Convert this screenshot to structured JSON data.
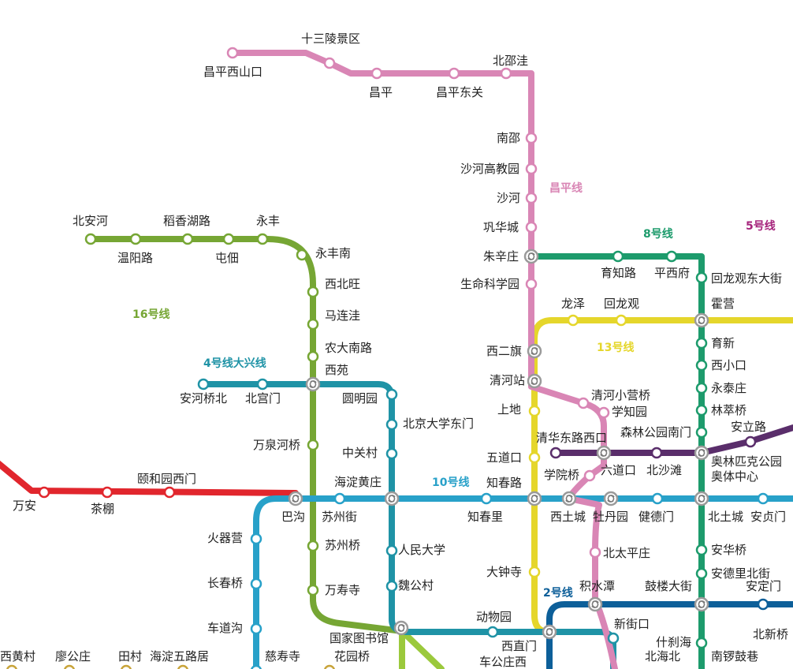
{
  "lines": {
    "changping": {
      "name": "昌平线",
      "color": "#d986b5"
    },
    "line16": {
      "name": "16号线",
      "color": "#76a634"
    },
    "line4": {
      "name": "4号线大兴线",
      "color": "#1f93a6"
    },
    "line10": {
      "name": "10号线",
      "color": "#28a1c9"
    },
    "line13": {
      "name": "13号线",
      "color": "#e5d62b"
    },
    "line8": {
      "name": "8号线",
      "color": "#1d9b6c"
    },
    "line5": {
      "name": "5号线",
      "color": "#a6247c"
    },
    "line2": {
      "name": "2号线",
      "color": "#0d5f99"
    },
    "line15": {
      "name": "",
      "color": "#5a2e6b"
    },
    "line1": {
      "name": "",
      "color": "#e1262d"
    },
    "line9": {
      "name": "",
      "color": "#9bc93c"
    },
    "line6": {
      "name": "",
      "color": "#c8a43a"
    }
  },
  "stations": {
    "changpingxishankou": "昌平西山口",
    "shisanlingjingqu": "十三陵景区",
    "changping": "昌平",
    "changpingdongguan": "昌平东关",
    "beishaowa": "北邵洼",
    "nanshao": "南邵",
    "shahegaojiaoyuan": "沙河高教园",
    "shahe": "沙河",
    "gonghuacheng": "巩华城",
    "zhuxinzhuang": "朱辛庄",
    "shengmingkexueyuan": "生命科学园",
    "xierqi": "西二旗",
    "qinghezhan": "清河站",
    "qinghexiaoyingqiao": "清河小营桥",
    "xuezhiyuan": "学知园",
    "liudaokou": "六道口",
    "xueyuanqiao": "学院桥",
    "mudanyuan": "牡丹园",
    "beitaipingzhuang": "北太平庄",
    "jishuitan": "积水潭",
    "beianhe": "北安河",
    "wenyanglu": "温阳路",
    "daoxianghulu": "稻香湖路",
    "tunjia": "屯佃",
    "yongfeng": "永丰",
    "yongfengnan": "永丰南",
    "xibeiwang": "西北旺",
    "malianwa": "马连洼",
    "nongdananlu": "农大南路",
    "xiyuan": "西苑",
    "wanquanhe": "万泉河桥",
    "suzhoujie": "苏州街",
    "suzhouqiao": "苏州桥",
    "wanshousi": "万寿寺",
    "guojiatushuguan": "国家图书馆",
    "anheqiaobei": "安河桥北",
    "beigongmen": "北宫门",
    "yuanmingyuan": "圆明园",
    "beijingdaxuedongmen": "北京大学东门",
    "zhongguancun": "中关村",
    "haidianhuangzhuang": "海淀黄庄",
    "renmindaxue": "人民大学",
    "weigongcun": "魏公村",
    "dongwuyuan": "动物园",
    "xizhimen": "西直门",
    "bagou": "巴沟",
    "zhichunli": "知春里",
    "zhichunlu": "知春路",
    "xitucheng": "西土城",
    "jiandemen": "健德门",
    "beitucheng": "北土城",
    "anzhenmen": "安贞门",
    "longze": "龙泽",
    "huilongguan": "回龙观",
    "shangdi": "上地",
    "wudaokou": "五道口",
    "dazhongsi": "大钟寺",
    "yuzhilu": "育知路",
    "pingxifu": "平西府",
    "huilongguandongdajie": "回龙观东大街",
    "huoying": "霍营",
    "yuxin": "育新",
    "xixiaokou": "西小口",
    "yongtaizhuang": "永泰庄",
    "lincuiqiao": "林萃桥",
    "senlingongyuannanmen": "森林公园南门",
    "aolinpikegongyuan": "奥林匹克公园",
    "aotizhongxin": "奥体中心",
    "anhuaqiao": "安华桥",
    "andelibeijie": "安德里北街",
    "gulou": "鼓楼大街",
    "shichahai": "什刹海",
    "nanluoguxiang": "南锣鼓巷",
    "beihaibei": "北海北",
    "anli": "安立路",
    "anding": "安定门",
    "beixinqiao": "北新桥",
    "xinjiekou": "新街口",
    "qinghuadonglu": "清华东路西口",
    "beishatan": "北沙滩",
    "wanan": "万安",
    "chapeng": "茶棚",
    "yiheyuanximen": "颐和园西门",
    "huoqiying": "火器营",
    "changchunqiao": "长春桥",
    "chedaogou": "车道沟",
    "cishousi": "慈寿寺",
    "huayuanqiao": "花园桥",
    "chegongzhuangxi": "车公庄西",
    "xihuangcun": "西黄村",
    "liaogongzhuang": "廖公庄",
    "tiancun": "田村",
    "haidianwulu": "海淀五路居"
  }
}
